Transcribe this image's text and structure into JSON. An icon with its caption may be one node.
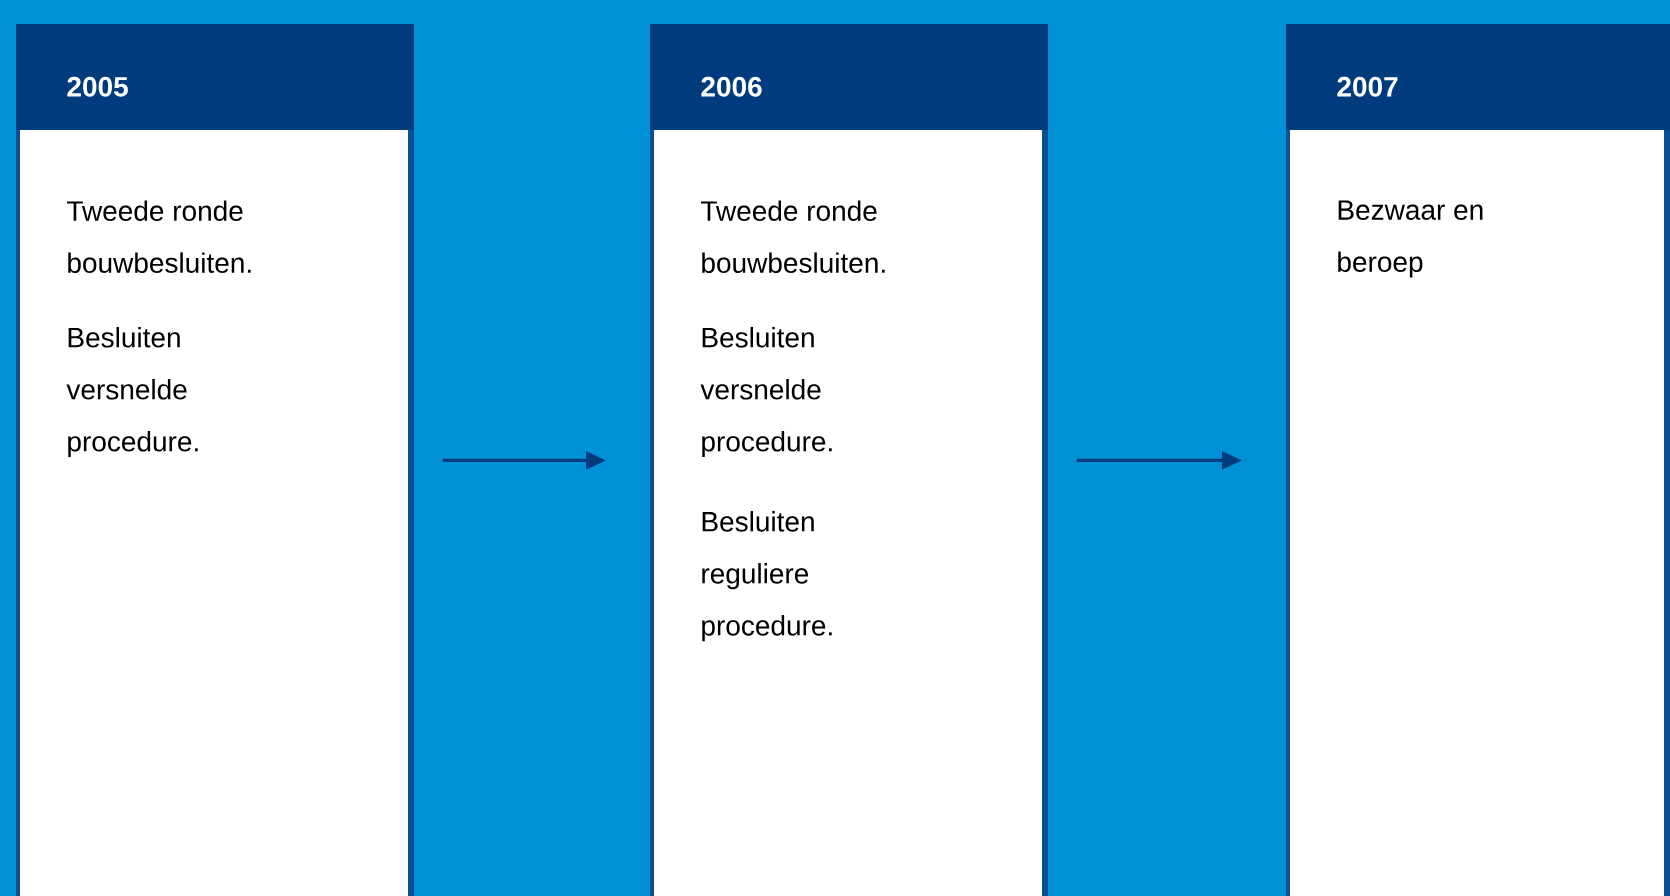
{
  "diagram": {
    "nodes": [
      {
        "text": [
          "2005",
          "Tweede ronde bouwbesluiten.",
          "Besluiten versnelde procedure."
        ]
      },
      {
        "text": [
          "2006",
          "Tweede ronde bouwbesluiten.",
          "Besluiten versnelde procedure.",
          "Besluiten reguliere procedure."
        ]
      },
      {
        "text": [
          "2007",
          "Bezwaar en beroep"
        ]
      }
    ],
    "edges": [
      {
        "from": 0,
        "to": 1,
        "arrow": "to"
      },
      {
        "from": 1,
        "to": 2,
        "arrow": "to"
      }
    ]
  }
}
